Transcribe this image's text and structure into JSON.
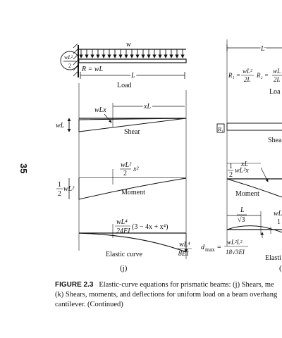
{
  "page": {
    "number": "35"
  },
  "figure_j": {
    "load_label_w": "w",
    "moment_top": "wL²",
    "moment_bottom": "2",
    "reaction": "R = wL",
    "span_L": "L",
    "load_title": "Load",
    "shear_formula": "wLx",
    "shear_xL": "xL",
    "shear_value": "wL",
    "shear_title": "Shear",
    "moment_left": [
      "1",
      "2",
      "wL²"
    ],
    "moment_formula": [
      "wL²",
      "2",
      "x²"
    ],
    "moment_title": "Moment",
    "deflection_formula": [
      "wL⁴",
      "24EI",
      "(3 − 4x + x⁴)"
    ],
    "deflection_max": [
      "wL⁴",
      "8EI"
    ],
    "elastic_title": "Elastic curve",
    "tag": "(j)"
  },
  "figure_k": {
    "span_L": "L",
    "r1": [
      "R₁ =",
      "wL²",
      "2L"
    ],
    "r2": [
      "R₂ =",
      "wL",
      "2L"
    ],
    "load_title": "Loa",
    "shear_title": "Shea",
    "r1_box": "R₁",
    "xL": "xL",
    "moment_formula": [
      "1",
      "2",
      "wL²x"
    ],
    "moment_title": "Moment",
    "dim_L": "L",
    "dim_sqrt3": "√3",
    "dim_wl": "wL",
    "dim_one": "1",
    "dmax": [
      "d",
      "max",
      "=",
      "wL²L²",
      "18√3EI"
    ],
    "elastic_title": "Elasti",
    "tag": "("
  },
  "caption": {
    "label": "FIGURE 2.3",
    "line1": "Elastic-curve equations for prismatic beams: (j) Shears, me",
    "line2": "(k) Shears, moments, and deflections for uniform load on a beam overhang",
    "line3": "cantilever. (Continued)"
  }
}
